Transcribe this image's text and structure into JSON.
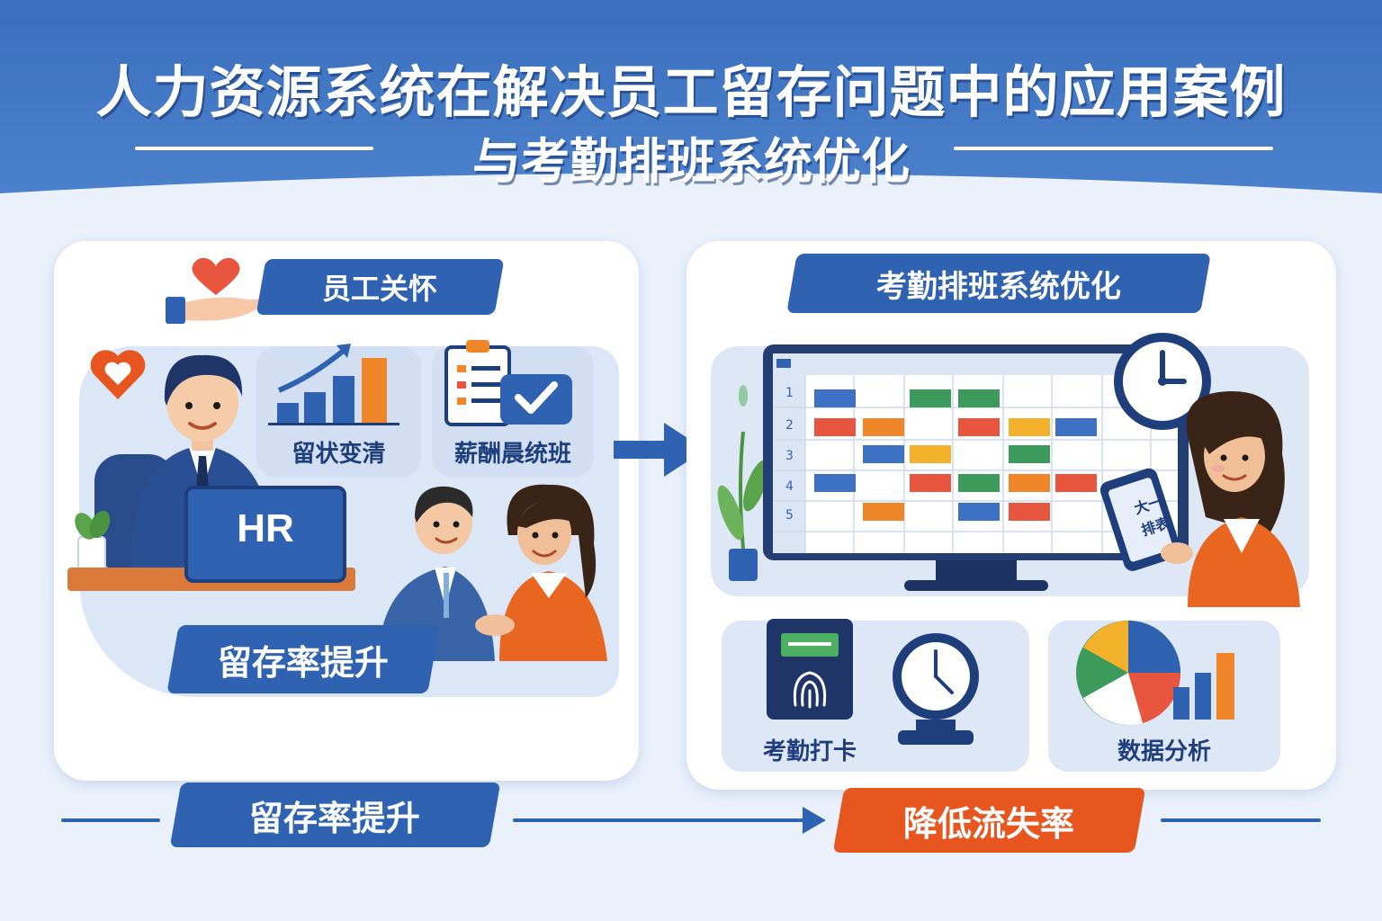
{
  "header": {
    "title_line1": "人力资源系统在解决员工留存问题中的应用案例",
    "title_line2": "与考勤排班系统优化"
  },
  "left_panel": {
    "tag": "员工关怀",
    "card_chart_label": "留状变清",
    "card_check_label": "薪酬晨统班",
    "laptop_label": "HR",
    "retention_tag": "留存率提升"
  },
  "right_panel": {
    "tag": "考勤排班系统优化",
    "schedule_rows": [
      "1",
      "2",
      "3",
      "4",
      "5"
    ],
    "tablet_text_line1": "大一",
    "tablet_text_line2": "排表",
    "card_attendance_label": "考勤打卡",
    "card_data_label": "数据分析"
  },
  "footer": {
    "left_tag": "留存率提升",
    "right_tag": "降低流失率"
  },
  "colors": {
    "primary_blue": "#2f63b2",
    "accent_orange": "#e8561f",
    "header_blue": "#3a6fbf"
  },
  "icons": [
    "heart-hand-icon",
    "heart-icon",
    "growth-chart-icon",
    "clipboard-check-icon",
    "clock-icon",
    "fingerprint-icon",
    "stopwatch-icon",
    "pie-chart-icon",
    "arrow-right-icon"
  ]
}
